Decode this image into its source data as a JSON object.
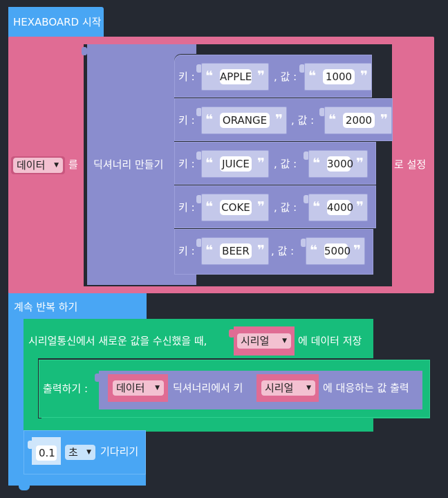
{
  "hat": {
    "label": "HEXABOARD 시작"
  },
  "set_block": {
    "variable": "데이터",
    "to_label": "를",
    "suffix_label": "로 설정"
  },
  "dict_block": {
    "label": "딕셔너리 만들기",
    "key_label": "키 :",
    "value_label": ", 값 :",
    "entries": [
      {
        "key": "APPLE",
        "value": "1000"
      },
      {
        "key": "ORANGE",
        "value": "2000"
      },
      {
        "key": "JUICE",
        "value": "3000"
      },
      {
        "key": "COKE",
        "value": "4000"
      },
      {
        "key": "BEER",
        "value": "5000"
      }
    ],
    "open_quote": "❝",
    "close_quote": "❞"
  },
  "loop_block": {
    "label": "계속 반복 하기"
  },
  "serial_block": {
    "prefix": "시리얼통신에서 새로운 값을 수신했을 때,",
    "variable": "시리얼",
    "suffix": "에 데이터 저장"
  },
  "print_block": {
    "prefix": "출력하기 :",
    "dict_variable": "데이터",
    "middle": "딕셔너리에서 키",
    "key_variable": "시리얼",
    "suffix": "에 대응하는 값 출력"
  },
  "wait_block": {
    "value": "0.1",
    "unit": "초",
    "label": "기다리기"
  },
  "colors": {
    "background": "#252932",
    "event_blue": "#49a6f4",
    "variable_pink": "#e06c94",
    "dictionary_purple": "#8a8dce",
    "serial_green": "#17bd7b",
    "string_block": "#c4c8ea"
  }
}
